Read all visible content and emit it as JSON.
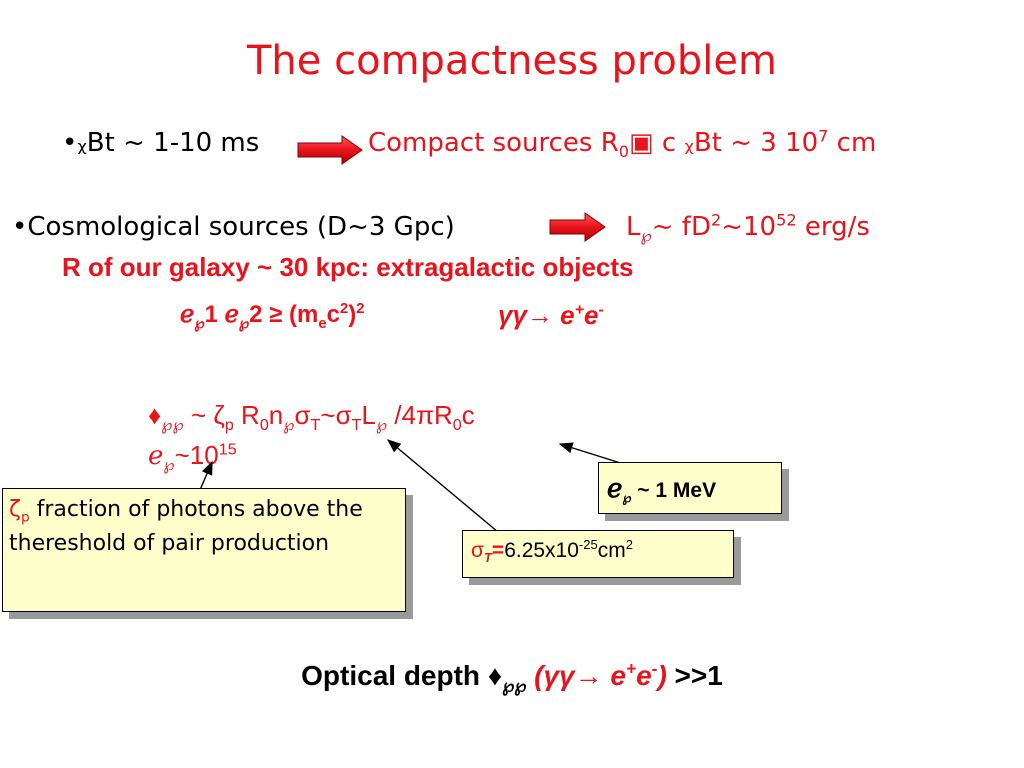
{
  "title": "The compactness problem",
  "line1": {
    "bullet": "•",
    "delta_glyph": "ᵪB",
    "left_text": "t ~ 1-10 ms",
    "right_prefix": "Compact sources R",
    "right_sub": "0",
    "right_symbol": "▣",
    "right_mid": " c ",
    "right_delta": "ᵪB",
    "right_t": "t  ~ 3 10",
    "right_exp": "7",
    "right_unit": " cm"
  },
  "line2": {
    "bullet": "•",
    "left_text": "Cosmological sources (D~3 Gpc)",
    "right_L": "L",
    "right_sub": "℘",
    "right_text": "~ fD",
    "right_sup2": "2",
    "right_mid": "~10",
    "right_exp": "52",
    "right_unit": " erg/s"
  },
  "line3": "R of our galaxy ~ 30 kpc: extragalactic objects",
  "eq1": {
    "e1": "ℯ",
    "s1": "℘",
    "n1": "1 ",
    "e2": "ℯ",
    "s2": "℘",
    "n2": "2",
    "ge": "≥ (m",
    "sub_e": "e",
    "c": "c",
    "sup2": "2",
    "close": ")",
    "sup_close": "2",
    "gg": "γγ→ ",
    "ee": "e",
    "plus": "+",
    "ee2": "e",
    "minus": "-"
  },
  "eq2": {
    "tau": "♦",
    "sub_gg": "℘℘",
    "tilde": " ~ ",
    "zeta": "ζ",
    "zeta_sub": "p",
    "R": " R",
    "R_sub": "0",
    "n": "n",
    "n_sub": "℘",
    "sigma": "σ",
    "sigma_sub": "T",
    "mid": "~",
    "sigma2": "σ",
    "sigma2_sub": "T",
    "L": "L",
    "L_sub": "℘",
    "div": " /4πR",
    "div_sub": "0",
    "c": "c"
  },
  "eq3": {
    "e": "ℯ",
    "e_sub": "℘",
    "text": "~10",
    "exp": "15"
  },
  "boxA": {
    "zeta": "ζ",
    "zeta_sub": "p",
    "text": " fraction of photons above the thereshold of pair production"
  },
  "boxB": {
    "sigma": "σ",
    "sub": "T",
    "eq": "=",
    "text": "6.25x10",
    "exp": "-25",
    "unit": "cm",
    "unit_exp": "2"
  },
  "boxC": {
    "e": "ℯ",
    "sub": "℘",
    "text": " ~ 1 MeV"
  },
  "bottom": {
    "text": "Optical depth ",
    "tau": "♦",
    "sub": "℘℘",
    "paren": " (γγ→  e",
    "plus": "+",
    "e2": "e",
    "minus": "-",
    "close": ")",
    "tail": " >>1"
  },
  "colors": {
    "red": "#e8131b",
    "box_fill": "#ffffcc",
    "shadow": "#9a9a9a"
  }
}
